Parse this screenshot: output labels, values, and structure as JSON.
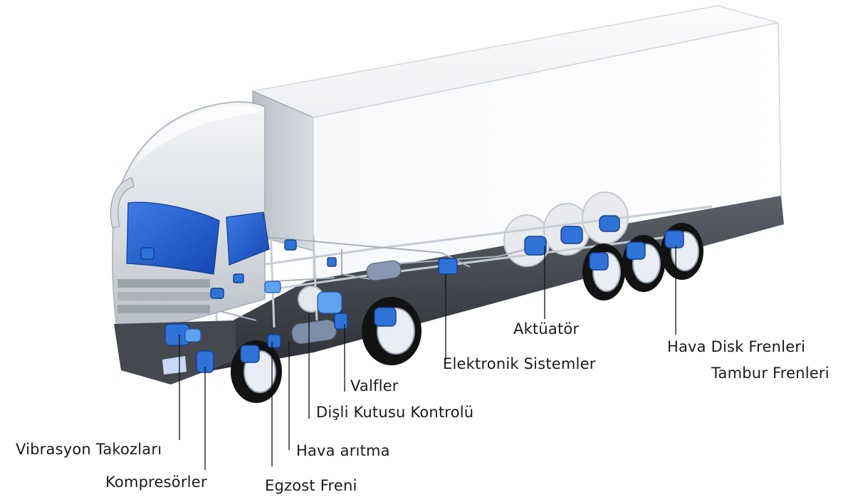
{
  "labels": {
    "vibrasyon": "Vibrasyon Takozları",
    "kompresor": "Kompresörler",
    "egzost": "Egzost Freni",
    "hava_aritma": "Hava arıtma",
    "disli": "Dişli Kutusu Kontrolü",
    "valfler": "Valfler",
    "elektronik": "Elektronik Sistemler",
    "aktuator": "Aktüatör",
    "hava_disk": "Hava Disk Frenleri",
    "tambur": "Tambur Frenleri"
  },
  "colors": {
    "component_blue": "#2f73d9",
    "windshield_blue": "#1f5fd6",
    "trailer_white": "#ffffff",
    "chassis_gray": "#4b4f55"
  },
  "icons": [
    "truck-illustration"
  ]
}
